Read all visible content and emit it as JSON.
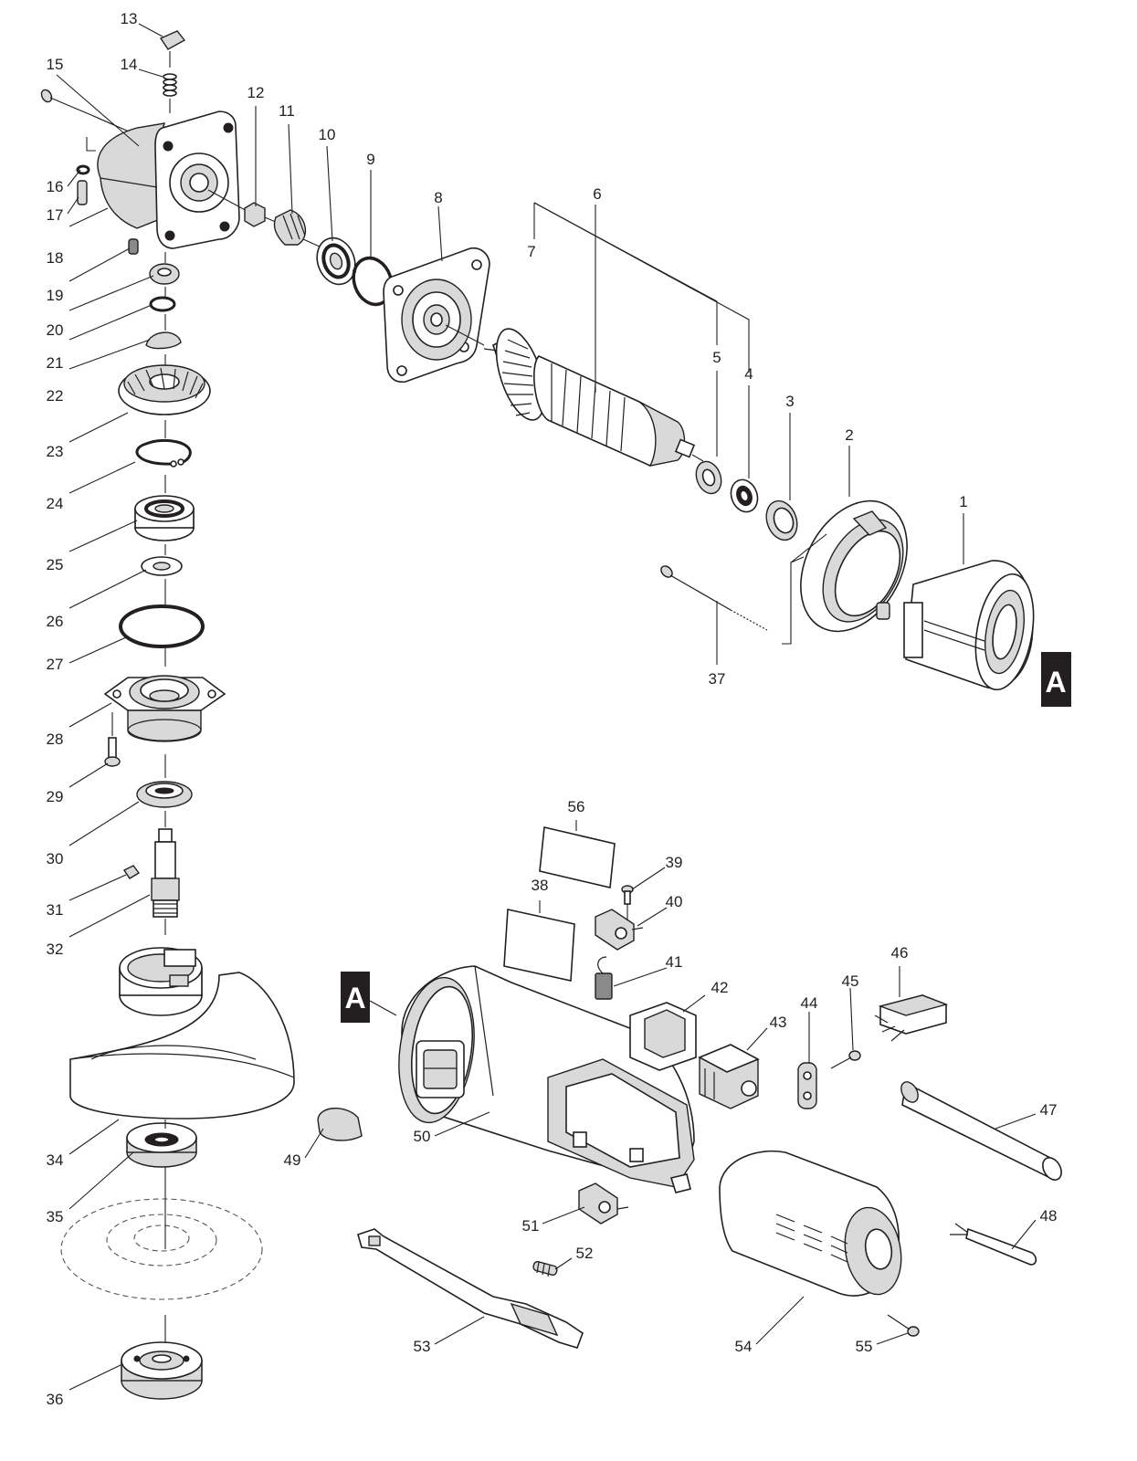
{
  "callouts": [
    "1",
    "2",
    "3",
    "4",
    "5",
    "6",
    "7",
    "8",
    "9",
    "10",
    "11",
    "12",
    "13",
    "14",
    "15",
    "16",
    "17",
    "18",
    "19",
    "20",
    "21",
    "22",
    "23",
    "24",
    "25",
    "26",
    "27",
    "28",
    "29",
    "30",
    "31",
    "32",
    "34",
    "35",
    "36",
    "37",
    "38",
    "39",
    "40",
    "41",
    "42",
    "43",
    "44",
    "45",
    "46",
    "47",
    "48",
    "49",
    "50",
    "51",
    "52",
    "53",
    "54",
    "55",
    "56"
  ],
  "markers": [
    "A",
    "A"
  ]
}
